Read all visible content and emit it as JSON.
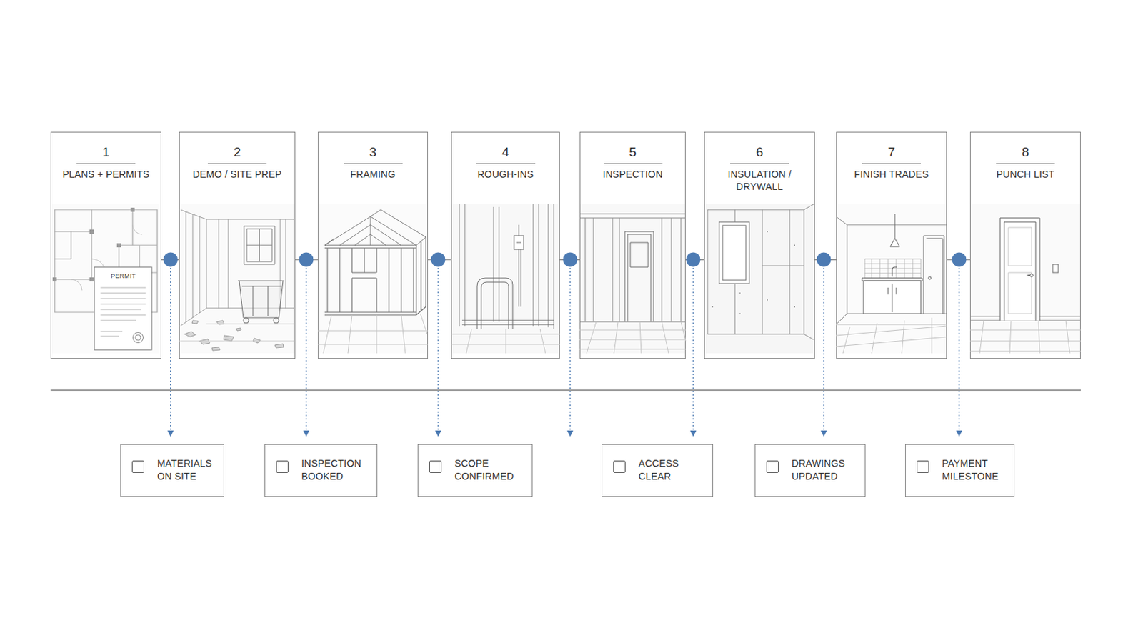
{
  "diagram": {
    "nodes": [
      {
        "text": [
          "1",
          "PLANS + PERMITS"
        ]
      },
      {
        "text": [
          "2",
          "DEMO / SITE PREP"
        ]
      },
      {
        "text": [
          "3",
          "FRAMING"
        ]
      },
      {
        "text": [
          "4",
          "ROUGH-INS"
        ]
      },
      {
        "text": [
          "5",
          "INSPECTION"
        ]
      },
      {
        "text": [
          "6",
          "INSULATION / DRYWALL"
        ]
      },
      {
        "text": [
          "7",
          "FINISH TRADES"
        ]
      },
      {
        "text": [
          "8",
          "PUNCH LIST"
        ]
      },
      {
        "text": [
          "MATERIALS ON SITE"
        ]
      },
      {
        "text": [
          "INSPECTION BOOKED"
        ]
      },
      {
        "text": [
          "SCOPE CONFIRMED"
        ]
      },
      {
        "text": [
          "ACCESS CLEAR"
        ]
      },
      {
        "text": [
          "DRAWINGS UPDATED"
        ]
      },
      {
        "text": [
          "PAYMENT MILESTONE"
        ]
      }
    ],
    "edges": [
      {
        "from": 0,
        "to": 1,
        "arrow": "none"
      },
      {
        "from": 1,
        "to": 2,
        "arrow": "none"
      },
      {
        "from": 2,
        "to": 3,
        "arrow": "none"
      },
      {
        "from": 3,
        "to": 4,
        "arrow": "none"
      },
      {
        "from": 4,
        "to": 5,
        "arrow": "none"
      },
      {
        "from": 5,
        "to": 6,
        "arrow": "none"
      },
      {
        "from": 6,
        "to": 7,
        "arrow": "none"
      }
    ],
    "labels": [
      "PERMIT"
    ]
  }
}
